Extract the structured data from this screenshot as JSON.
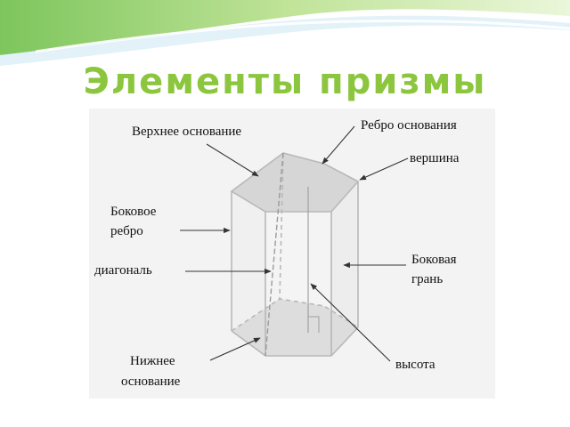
{
  "title": "Элементы призмы",
  "labels": {
    "top_base": "Верхнее основание",
    "base_edge": "Ребро основания",
    "vertex": "вершина",
    "lateral_edge_line1": "Боковое",
    "lateral_edge_line2": "ребро",
    "diagonal": "диагональ",
    "lateral_face_line1": "Боковая",
    "lateral_face_line2": "грань",
    "bottom_base_line1": "Нижнее",
    "bottom_base_line2": "основание",
    "height": "высота"
  },
  "colors": {
    "title": "#8cc63f",
    "wave_green": "#9fd27a",
    "prism_top_fill": "#d6d6d6",
    "prism_bottom_fill": "#dddddd",
    "prism_side_fill": "#f0f0f0"
  }
}
